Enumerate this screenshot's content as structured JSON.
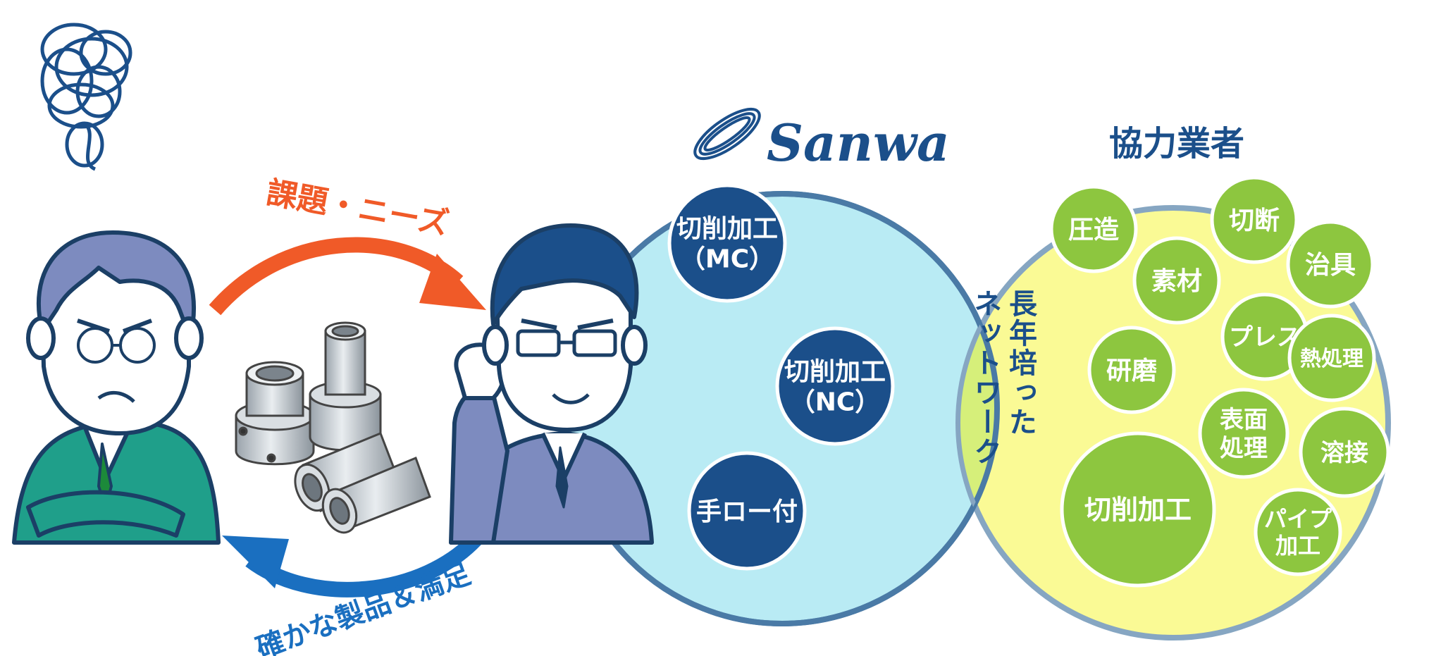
{
  "arrows": {
    "top_label": "課題・ニーズ",
    "bottom_label": "確かな製品＆満足",
    "top_color": "#f05a28",
    "bottom_color": "#1a6fc0"
  },
  "sanwa": {
    "logo_text": "Sanwa",
    "color": "#1b4f8a",
    "circle_fill": "#b9ebf4",
    "services": [
      {
        "line1": "切削加工",
        "line2": "（MC）"
      },
      {
        "line1": "切削加工",
        "line2": "（NC）"
      },
      {
        "line1": "手ロー付",
        "line2": ""
      }
    ]
  },
  "partners": {
    "title": "協力業者",
    "circle_fill": "#fafa8c",
    "bubble_color": "#8dc63f",
    "overlap_text": {
      "line1": "長年培った",
      "line2": "ネットワーク"
    },
    "items": [
      {
        "line1": "圧造",
        "line2": ""
      },
      {
        "line1": "切断",
        "line2": ""
      },
      {
        "line1": "素材",
        "line2": ""
      },
      {
        "line1": "治具",
        "line2": ""
      },
      {
        "line1": "プレス",
        "line2": ""
      },
      {
        "line1": "研磨",
        "line2": ""
      },
      {
        "line1": "熱処理",
        "line2": ""
      },
      {
        "line1": "表面",
        "line2": "処理"
      },
      {
        "line1": "溶接",
        "line2": ""
      },
      {
        "line1": "切削加工",
        "line2": ""
      },
      {
        "line1": "パイプ",
        "line2": "加工"
      }
    ]
  }
}
